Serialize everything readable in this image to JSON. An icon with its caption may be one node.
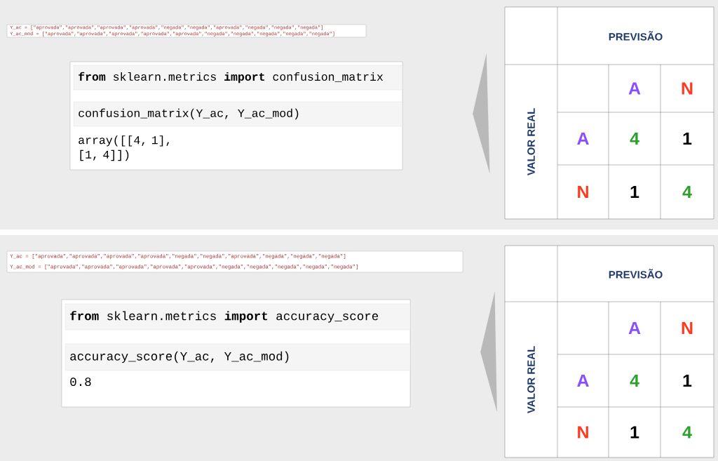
{
  "diagram": {
    "nodes": [
      {
        "text": [
          "Y_ac = [\"aprovada\",\"aprovada\",\"aprovada\",\"aprovada\",\"negada\",\"negada\",\"aprovada\",\"negada\",\"negada\",\"negada\"]",
          "Y_ac_mod = [\"aprovada\",\"aprovada\",\"aprovada\",\"aprovada\",\"aprovada\",\"negada\",\"negada\",\"negada\",\"negada\",\"negada\"]"
        ]
      },
      {
        "text": [
          "**from** sklearn.metrics **import** confusion_matrix",
          "confusion_matrix(Y_ac, Y_ac_mod)",
          "array([[4, 1], [1, 4]])"
        ]
      },
      {
        "text": [
          "PREVISÃO",
          "VALOR REAL",
          "A",
          "N",
          "A",
          "4",
          "1",
          "N",
          "1",
          "4"
        ]
      },
      {
        "text": [
          "Y_ac = [\"aprovada\",\"aprovada\",\"aprovada\",\"aprovada\",\"negada\",\"negada\",\"aprovada\",\"negada\",\"negada\",\"negada\"]",
          "Y_ac_mod = [\"aprovada\",\"aprovada\",\"aprovada\",\"aprovada\",\"aprovada\",\"negada\",\"negada\",\"negada\",\"negada\",\"negada\"]"
        ]
      },
      {
        "text": [
          "**from** sklearn.metrics **import** accuracy_score",
          "accuracy_score(Y_ac, Y_ac_mod)",
          "0.8"
        ]
      },
      {
        "text": [
          "PREVISÃO",
          "VALOR REAL",
          "A",
          "N",
          "A",
          "4",
          "1",
          "N",
          "1",
          "4"
        ]
      }
    ],
    "edges": [
      {
        "from": 2,
        "to": 1,
        "arrow": "to"
      },
      {
        "from": 5,
        "to": 4,
        "arrow": "to"
      }
    ]
  }
}
